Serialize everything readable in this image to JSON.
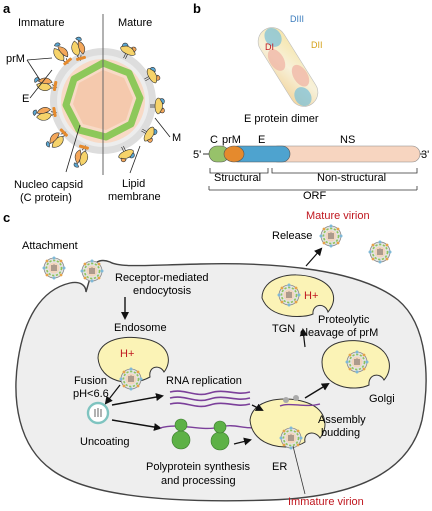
{
  "panel_a": {
    "letter": "a",
    "immature_label": "Immature",
    "mature_label": "Mature",
    "prm_label": "prM",
    "e_label": "E",
    "m_label": "M",
    "capsid_label_1": "Nucleo capsid",
    "capsid_label_2": "(C protein)",
    "lipid_label_1": "Lipid",
    "lipid_label_2": "membrane"
  },
  "panel_b": {
    "letter": "b",
    "diii_label": "DIII",
    "di_label": "DI",
    "dii_label": "DII",
    "dimer_label": "E protein dimer",
    "five_prime": "5'",
    "three_prime": "3'",
    "c_label": "C",
    "prm_label": "prM",
    "e_label": "E",
    "ns_label": "NS",
    "structural_label": "Structural",
    "nonstructural_label": "Non-structural",
    "orf_label": "ORF"
  },
  "panel_c": {
    "letter": "c",
    "mature_virion": "Mature virion",
    "release": "Release",
    "attachment": "Attachment",
    "receptor_1": "Receptor-mediated",
    "receptor_2": "endocytosis",
    "endosome": "Endosome",
    "h_plus_endosome": "H+",
    "h_plus_tgn": "H+",
    "tgn": "TGN",
    "proteolytic_1": "Proteolytic",
    "proteolytic_2": "cleavage of prM",
    "fusion_1": "Fusion",
    "fusion_2": "pH<6.6",
    "rna_replication": "RNA replication",
    "golgi": "Golgi",
    "uncoating": "Uncoating",
    "assembly_1": "Assembly",
    "assembly_2": "budding",
    "polyprotein_1": "Polyprotein synthesis",
    "polyprotein_2": "and processing",
    "er": "ER",
    "immature_virion": "Immature virion"
  },
  "colors": {
    "capsid_green": "#8dc85a",
    "capsid_fill": "#f5c9ad",
    "membrane": "#dcdcdc",
    "cell_fill": "#eeeeee",
    "vesicle_fill": "#fbf3b6",
    "red_label": "#c0171f",
    "orange": "#e58a2d",
    "blue": "#4ea3cf",
    "ns_fill": "#f7d5c0",
    "c_green": "#97c26a"
  }
}
